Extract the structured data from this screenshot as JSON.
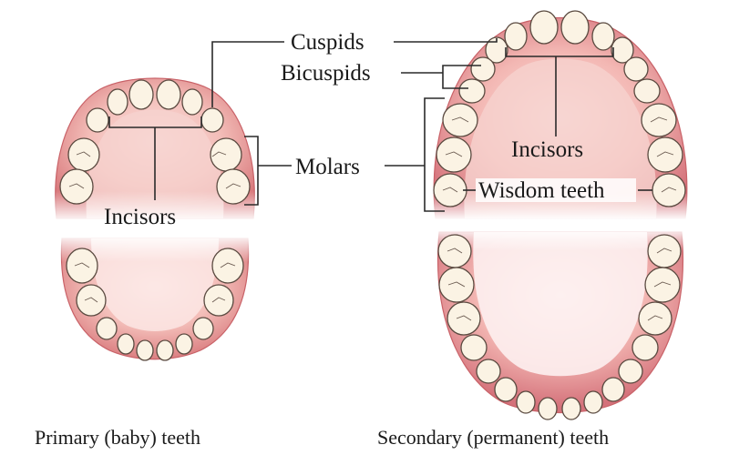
{
  "labels": {
    "cuspids": "Cuspids",
    "bicuspids": "Bicuspids",
    "molars": "Molars",
    "incisors_primary": "Incisors",
    "incisors_secondary": "Incisors",
    "wisdom_teeth": "Wisdom teeth"
  },
  "captions": {
    "primary": "Primary (baby) teeth",
    "secondary": "Secondary (permanent) teeth"
  },
  "colors": {
    "gum": "#e48d8c",
    "gum_dark": "#c96268",
    "palate": "#f6cfcb",
    "tooth": "#fbf3e4",
    "tooth_outline": "#5a4a40",
    "leader_line": "#2a2a2a"
  }
}
